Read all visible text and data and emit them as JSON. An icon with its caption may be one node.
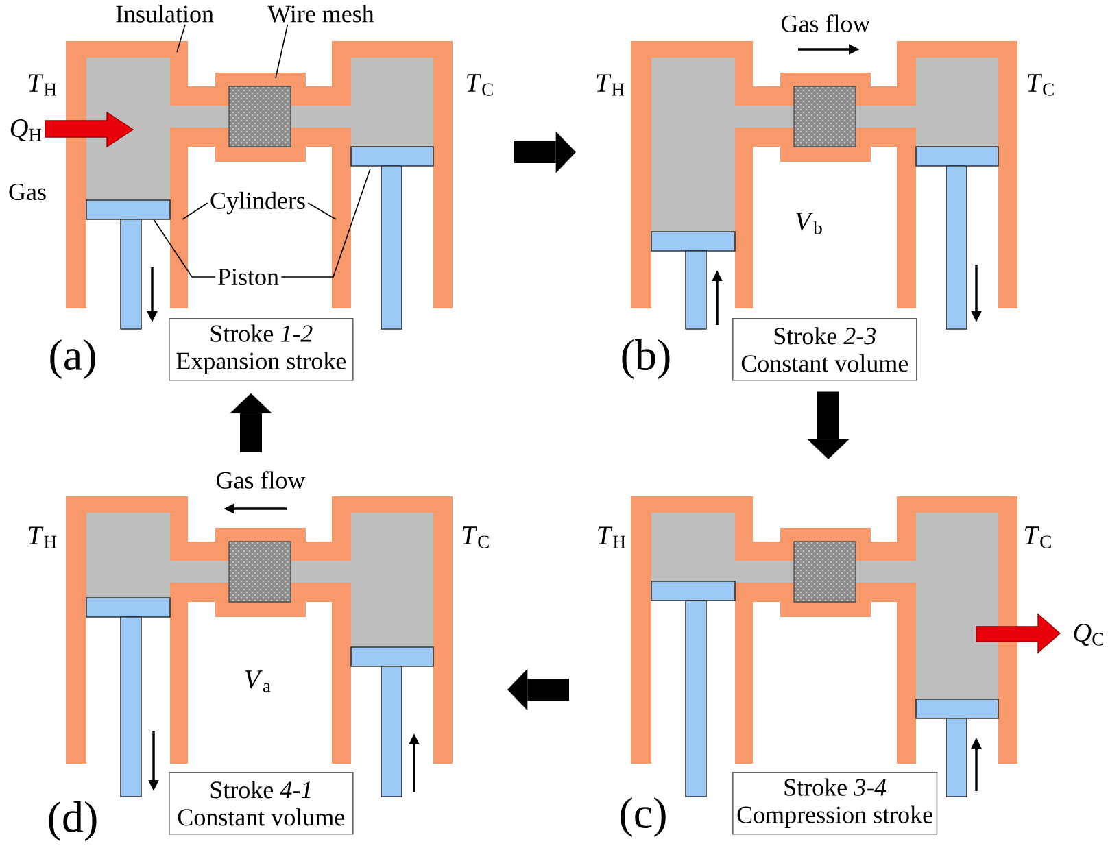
{
  "diagram": {
    "nodes": [
      {
        "text": [],
        "shape": "picture",
        "beside": [
          "*T*$_{H}$",
          "*T*$_{C}$",
          "*Q*$_{H}$",
          "Gas",
          "(a)"
        ]
      },
      {
        "text": [
          "Insulation"
        ]
      },
      {
        "text": [
          "Wire mesh"
        ]
      },
      {
        "text": [
          "Cylinders"
        ],
        "in": 0
      },
      {
        "text": [
          "Piston"
        ],
        "in": 0
      },
      {
        "text": [
          "Stroke *1-2*",
          "Expansion stroke"
        ]
      },
      {
        "text": [],
        "shape": "picture",
        "beside": [
          "Gas flow",
          "*T*$_{H}$",
          "*T*$_{C}$",
          "(b)"
        ]
      },
      {
        "text": [
          "Stroke *2-3*",
          "Constant volume"
        ]
      },
      {
        "text": [],
        "shape": "picture",
        "beside": [
          "Gas flow",
          "*T*$_{H}$",
          "*T*$_{C}$",
          "(d)"
        ]
      },
      {
        "text": [
          "Stroke *4-1*",
          "Constant volume"
        ]
      },
      {
        "text": [],
        "shape": "picture",
        "beside": [
          "*T*$_{H}$",
          "*T*$_{C}$",
          "*Q*$_{C}$",
          "(c)"
        ]
      },
      {
        "text": [
          "Stroke *3-4*",
          "Compression stroke"
        ]
      }
    ],
    "edges": [
      {
        "from": 0,
        "to": 6,
        "arrow": "to",
        "style": "thick"
      },
      {
        "from": 7,
        "to": 10,
        "arrow": "to",
        "style": "thick"
      },
      {
        "from": 10,
        "to": 8,
        "arrow": "to",
        "style": "thick"
      },
      {
        "from": 8,
        "to": 5,
        "arrow": "to",
        "style": "thick"
      },
      {
        "from": 1,
        "to": 0,
        "arrow": "none"
      },
      {
        "from": 2,
        "to": 0,
        "arrow": "none"
      },
      {
        "from": 3,
        "to": null,
        "arrow": "none"
      },
      {
        "from": 3,
        "to": null,
        "arrow": "none"
      },
      {
        "from": 4,
        "to": null,
        "arrow": "none"
      },
      {
        "from": 4,
        "to": null,
        "arrow": "none"
      }
    ],
    "labels": [
      "*V*$_{b}$",
      "*V*$_{a}$"
    ]
  }
}
